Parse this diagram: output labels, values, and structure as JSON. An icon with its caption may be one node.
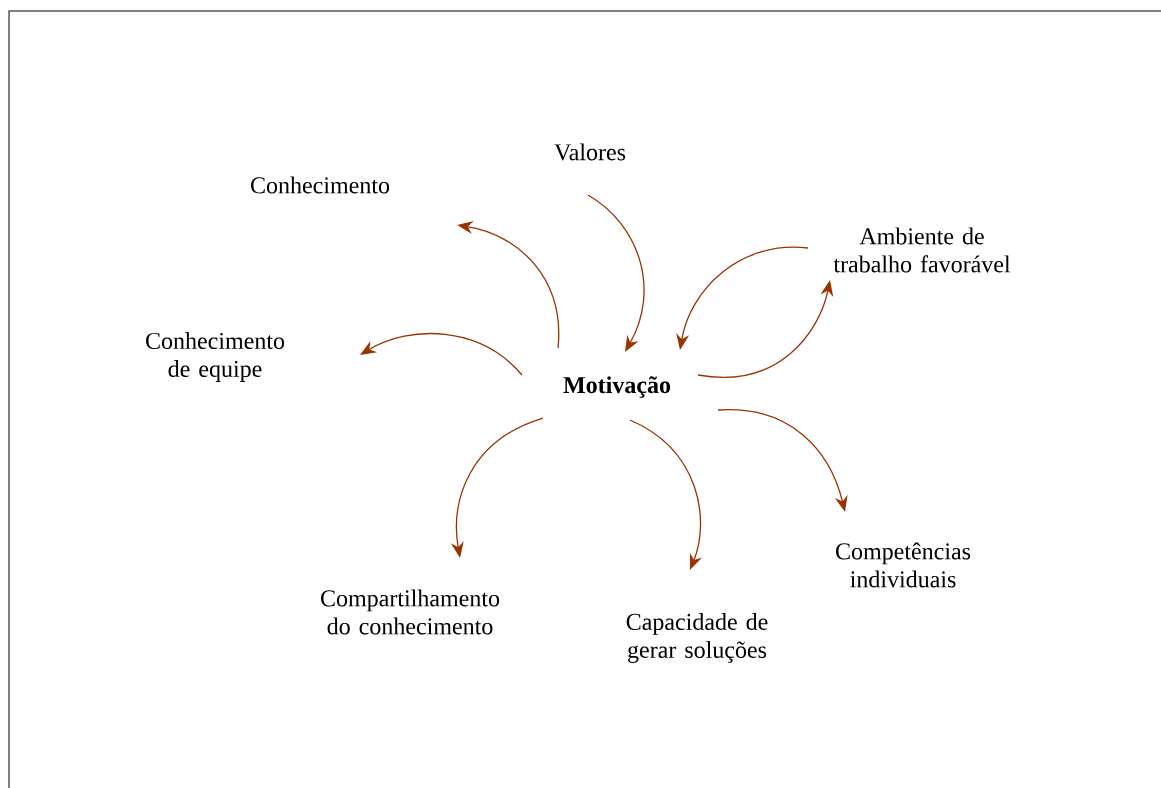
{
  "diagram": {
    "nodes": [
      {
        "text": [
          "**Motivação**"
        ]
      },
      {
        "text": [
          "Valores"
        ]
      },
      {
        "text": [
          "Conhecimento"
        ]
      },
      {
        "text": [
          "Ambiente de trabalho favorável"
        ]
      },
      {
        "text": [
          "Conhecimento de equipe"
        ]
      },
      {
        "text": [
          "Compartilhamento do conhecimento"
        ]
      },
      {
        "text": [
          "Capacidade de gerar soluções"
        ]
      },
      {
        "text": [
          "Competências individuais"
        ]
      }
    ],
    "edges": [
      {
        "from": 0,
        "to": 2,
        "arrow": "to"
      },
      {
        "from": 0,
        "to": 4,
        "arrow": "to"
      },
      {
        "from": 1,
        "to": 0,
        "arrow": "to"
      },
      {
        "from": 3,
        "to": 0,
        "arrow": "to"
      },
      {
        "from": 0,
        "to": 3,
        "arrow": "to"
      },
      {
        "from": 0,
        "to": 5,
        "arrow": "to"
      },
      {
        "from": 0,
        "to": 6,
        "arrow": "to"
      },
      {
        "from": 0,
        "to": 7,
        "arrow": "to"
      }
    ]
  }
}
